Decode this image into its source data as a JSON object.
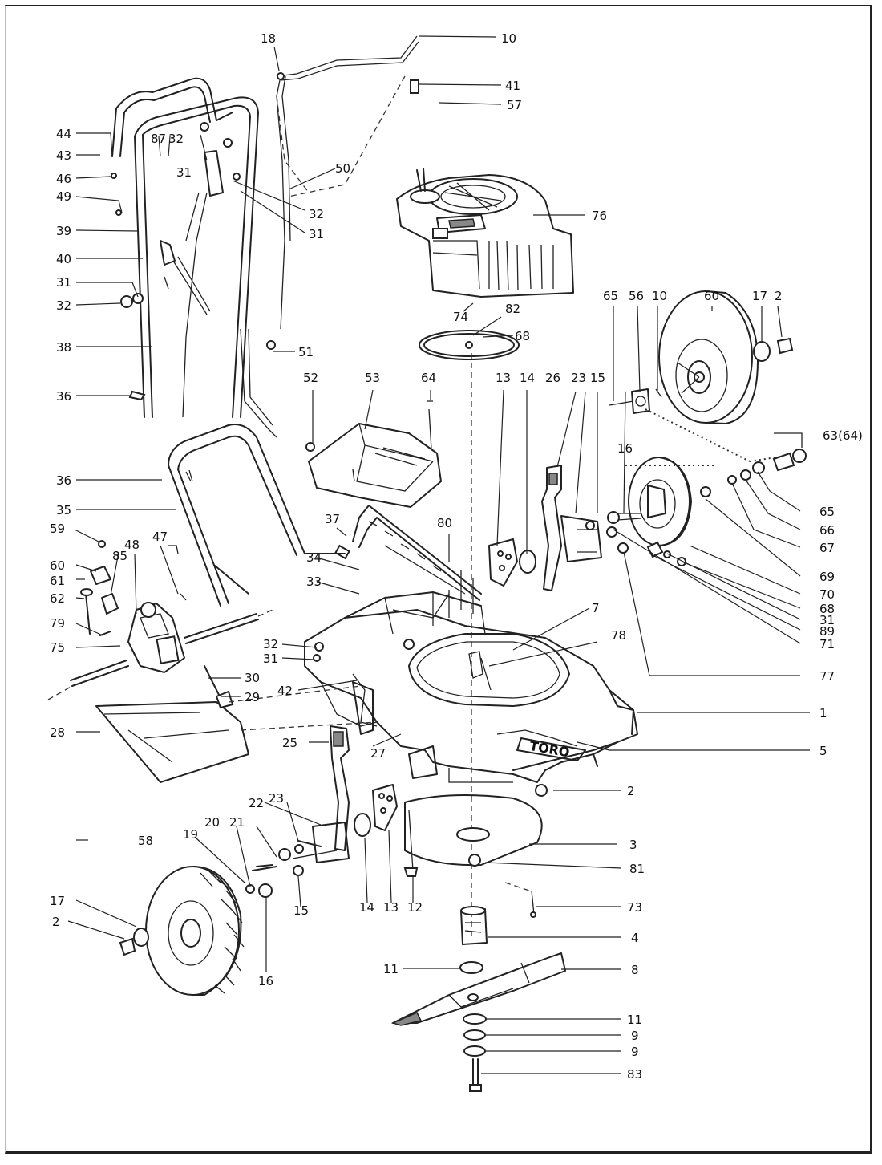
{
  "brand_text": "TORO",
  "colors": {
    "ink": "#222222",
    "paper": "#ffffff"
  },
  "labels": [
    {
      "name": "callout-18",
      "text": "18"
    },
    {
      "name": "callout-10-top",
      "text": "10"
    },
    {
      "name": "callout-41",
      "text": "41"
    },
    {
      "name": "callout-57",
      "text": "57"
    },
    {
      "name": "callout-44",
      "text": "44"
    },
    {
      "name": "callout-43",
      "text": "43"
    },
    {
      "name": "callout-87",
      "text": "87"
    },
    {
      "name": "callout-32-handle",
      "text": "32"
    },
    {
      "name": "callout-46",
      "text": "46"
    },
    {
      "name": "callout-31-handle",
      "text": "31"
    },
    {
      "name": "callout-50",
      "text": "50"
    },
    {
      "name": "callout-49",
      "text": "49"
    },
    {
      "name": "callout-32-right",
      "text": "32"
    },
    {
      "name": "callout-31-right",
      "text": "31"
    },
    {
      "name": "callout-76-engine",
      "text": "76"
    },
    {
      "name": "callout-39",
      "text": "39"
    },
    {
      "name": "callout-40",
      "text": "40"
    },
    {
      "name": "callout-31-left",
      "text": "31"
    },
    {
      "name": "callout-32-left",
      "text": "32"
    },
    {
      "name": "callout-74",
      "text": "74"
    },
    {
      "name": "callout-82",
      "text": "82"
    },
    {
      "name": "callout-68-belt",
      "text": "68"
    },
    {
      "name": "callout-65-top",
      "text": "65"
    },
    {
      "name": "callout-56-top",
      "text": "56"
    },
    {
      "name": "callout-10-wheel",
      "text": "10"
    },
    {
      "name": "callout-60-wheel",
      "text": "60"
    },
    {
      "name": "callout-17-right",
      "text": "17"
    },
    {
      "name": "callout-2-right",
      "text": "2"
    },
    {
      "name": "callout-38-upper",
      "text": "38"
    },
    {
      "name": "callout-51",
      "text": "51"
    },
    {
      "name": "callout-36-screw",
      "text": "36"
    },
    {
      "name": "callout-52",
      "text": "52"
    },
    {
      "name": "callout-53",
      "text": "53"
    },
    {
      "name": "callout-64",
      "text": "64"
    },
    {
      "name": "callout-13-right",
      "text": "13"
    },
    {
      "name": "callout-14-right",
      "text": "14"
    },
    {
      "name": "callout-26-right",
      "text": "26"
    },
    {
      "name": "callout-23-right",
      "text": "23"
    },
    {
      "name": "callout-15-right",
      "text": "15"
    },
    {
      "name": "callout-16-right",
      "text": "16"
    },
    {
      "name": "callout-63-64",
      "text": "63(64)"
    },
    {
      "name": "callout-36-lower",
      "text": "36"
    },
    {
      "name": "callout-35",
      "text": "35"
    },
    {
      "name": "callout-37",
      "text": "37"
    },
    {
      "name": "callout-80",
      "text": "80"
    },
    {
      "name": "callout-65-right",
      "text": "65"
    },
    {
      "name": "callout-66",
      "text": "66"
    },
    {
      "name": "callout-67",
      "text": "67"
    },
    {
      "name": "callout-59",
      "text": "59"
    },
    {
      "name": "callout-48",
      "text": "48"
    },
    {
      "name": "callout-47",
      "text": "47"
    },
    {
      "name": "callout-85",
      "text": "85"
    },
    {
      "name": "callout-60-left",
      "text": "60"
    },
    {
      "name": "callout-61",
      "text": "61"
    },
    {
      "name": "callout-62",
      "text": "62"
    },
    {
      "name": "callout-34",
      "text": "34"
    },
    {
      "name": "callout-33",
      "text": "33"
    },
    {
      "name": "callout-69",
      "text": "69"
    },
    {
      "name": "callout-70",
      "text": "70"
    },
    {
      "name": "callout-68-right",
      "text": "68"
    },
    {
      "name": "callout-31-right-lower",
      "text": "31"
    },
    {
      "name": "callout-89",
      "text": "89"
    },
    {
      "name": "callout-71",
      "text": "71"
    },
    {
      "name": "callout-79",
      "text": "79"
    },
    {
      "name": "callout-75",
      "text": "75"
    },
    {
      "name": "callout-7",
      "text": "7"
    },
    {
      "name": "callout-78",
      "text": "78"
    },
    {
      "name": "callout-32-deck",
      "text": "32"
    },
    {
      "name": "callout-31-deck",
      "text": "31"
    },
    {
      "name": "callout-77",
      "text": "77"
    },
    {
      "name": "callout-42",
      "text": "42"
    },
    {
      "name": "callout-30",
      "text": "30"
    },
    {
      "name": "callout-29",
      "text": "29"
    },
    {
      "name": "callout-1",
      "text": "1"
    },
    {
      "name": "callout-28",
      "text": "28"
    },
    {
      "name": "callout-25",
      "text": "25"
    },
    {
      "name": "callout-27",
      "text": "27"
    },
    {
      "name": "callout-5",
      "text": "5"
    },
    {
      "name": "callout-2-mid",
      "text": "2"
    },
    {
      "name": "callout-23-left",
      "text": "23"
    },
    {
      "name": "callout-58",
      "text": "58"
    },
    {
      "name": "callout-22",
      "text": "22"
    },
    {
      "name": "callout-21",
      "text": "21"
    },
    {
      "name": "callout-20",
      "text": "20"
    },
    {
      "name": "callout-19",
      "text": "19"
    },
    {
      "name": "callout-3",
      "text": "3"
    },
    {
      "name": "callout-81",
      "text": "81"
    },
    {
      "name": "callout-14-left",
      "text": "14"
    },
    {
      "name": "callout-13-left",
      "text": "13"
    },
    {
      "name": "callout-12",
      "text": "12"
    },
    {
      "name": "callout-15-left",
      "text": "15"
    },
    {
      "name": "callout-73",
      "text": "73"
    },
    {
      "name": "callout-17-left",
      "text": "17"
    },
    {
      "name": "callout-2-left",
      "text": "2"
    },
    {
      "name": "callout-4",
      "text": "4"
    },
    {
      "name": "callout-16-left",
      "text": "16"
    },
    {
      "name": "callout-11-upper",
      "text": "11"
    },
    {
      "name": "callout-8",
      "text": "8"
    },
    {
      "name": "callout-11-lower",
      "text": "11"
    },
    {
      "name": "callout-9-a",
      "text": "9"
    },
    {
      "name": "callout-9-b",
      "text": "9"
    },
    {
      "name": "callout-83",
      "text": "83"
    }
  ]
}
